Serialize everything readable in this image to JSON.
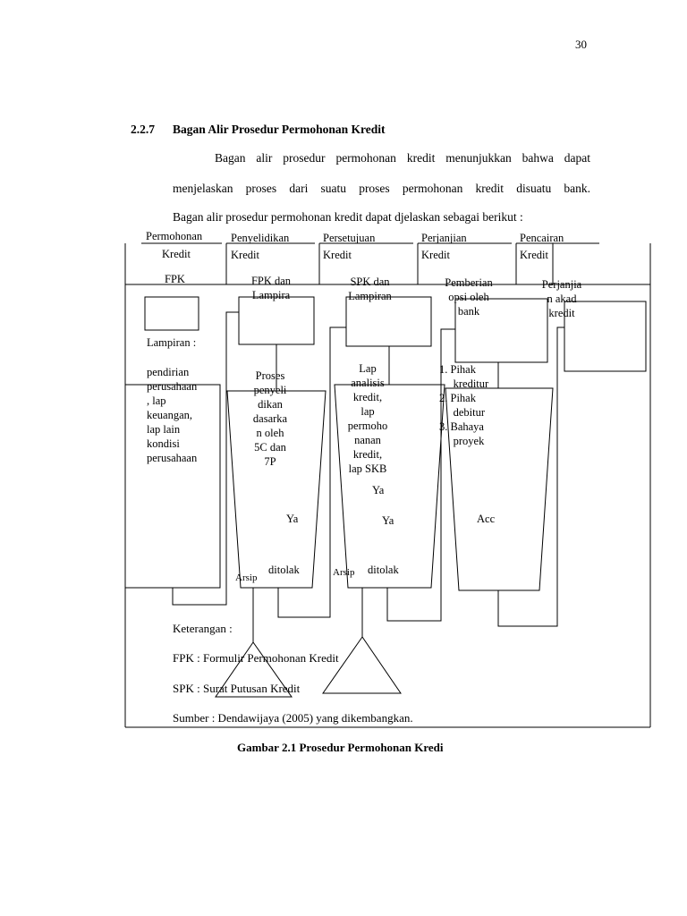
{
  "page_number": "30",
  "section": {
    "number": "2.2.7",
    "title": "Bagan Alir Prosedur Permohonan Kredit"
  },
  "paragraph": {
    "line1": "Bagan alir prosedur permohonan kredit menunjukkan bahwa dapat",
    "line2": "menjelaskan proses dari suatu proses permohonan kredit disuatu bank.",
    "line3": "Bagan alir prosedur permohonan kredit dapat djelaskan sebagai berikut :"
  },
  "flowchart": {
    "columns": [
      {
        "l1": "Permohonan",
        "l2": "Kredit"
      },
      {
        "l1": "Penyelidikan",
        "l2": "Kredit"
      },
      {
        "l1": "Persetujuan",
        "l2": "Kredit"
      },
      {
        "l1": "Perjanjian",
        "l2": "Kredit"
      },
      {
        "l1": "Pencairan",
        "l2": "Kredit"
      }
    ],
    "doc_labels": {
      "fpk": "FPK",
      "fpk_lampiran": "FPK dan\nLampira",
      "spk_lampiran": "SPK dan\nLampiran",
      "pemberian": "Pemberian\nopsi oleh\nbank",
      "perjanjian_akad": "Perjanjia\nn akad\nkredit"
    },
    "lampiran_label": "Lampiran :",
    "lampiran_text": "pendirian\nperusahaan\n, lap\nkeuangan,\nlap lain\nkondisi\nperusahaan",
    "proses_text": "Proses\npenyeli\ndikan\ndasarka\nn oleh\n5C dan\n7P",
    "lap_text": "Lap\nanalisis\nkredit,\nlap\npermoho\nnanan\nkredit,\nlap SKB",
    "pihak_text": "1. Pihak\n     kreditur\n2. Pihak\n     debitur\n3. Bahaya\n     proyek",
    "ya": "Ya",
    "acc": "Acc",
    "ditolak": "ditolak",
    "arsip": "Arsip"
  },
  "keterangan": {
    "title": "Keterangan :",
    "fpk": "FPK : Formulir Permohonan Kredit",
    "spk": "SPK : Surat Putusan Kredit",
    "sumber": "Sumber : Dendawijaya (2005) yang dikembangkan."
  },
  "caption": "Gambar 2.1 Prosedur Permohonan Kredi"
}
